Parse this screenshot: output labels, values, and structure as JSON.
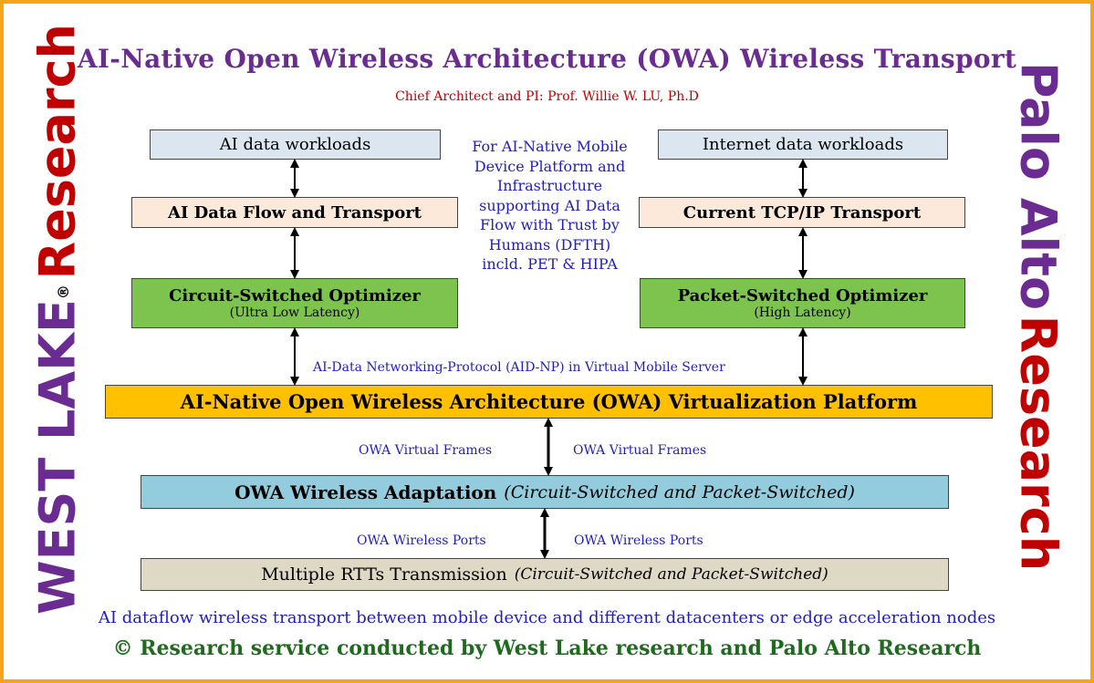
{
  "title": "AI-Native Open Wireless Architecture (OWA) Wireless Transport",
  "subtitle": "Chief Architect and PI:  Prof. Willie W. LU, Ph.D",
  "left": {
    "workloads": "AI data workloads",
    "transport": "AI Data Flow and Transport",
    "optimizer": "Circuit-Switched Optimizer",
    "optimizer_note": "(Ultra Low Latency)"
  },
  "right": {
    "workloads": "Internet data workloads",
    "transport": "Current TCP/IP Transport",
    "optimizer": "Packet-Switched Optimizer",
    "optimizer_note": "(High Latency)"
  },
  "center_text": "For AI-Native Mobile Device Platform and Infrastructure supporting AI Data Flow with Trust by Humans (DFTH) incld. PET & HIPA",
  "protocol_label": "AI-Data Networking-Protocol (AID-NP) in Virtual Mobile Server",
  "platform": "AI-Native Open Wireless Architecture (OWA) Virtualization Platform",
  "frames_label_left": "OWA Virtual Frames",
  "frames_label_right": "OWA Virtual Frames",
  "adaptation": {
    "main": "OWA Wireless Adaptation",
    "note": "(Circuit-Switched and Packet-Switched)"
  },
  "ports_label_left": "OWA Wireless Ports",
  "ports_label_right": "OWA Wireless Ports",
  "transmission": {
    "main": "Multiple RTTs Transmission",
    "note": "(Circuit-Switched and Packet-Switched)"
  },
  "footer_note": "AI dataflow wireless transport between mobile device and different datacenters or edge acceleration nodes",
  "copyright": "© Research service conducted by West Lake research and Palo Alto Research",
  "west_lake": {
    "part1": "WEST LAKE",
    "reg": "®",
    "part2": "Research"
  },
  "palo_alto": {
    "part1": "Palo Alto",
    "part2": "Research"
  },
  "colors": {
    "frame": "#F4A51C",
    "title": "#6B2C91",
    "subtitle": "#C00000",
    "blue_text": "#1F1FBF",
    "west_lake": "#6B2C91",
    "west_lake_research": "#C00000",
    "palo_alto": "#6B2C91",
    "palo_alto_research": "#C00000",
    "footer": "#1E6B1E"
  }
}
